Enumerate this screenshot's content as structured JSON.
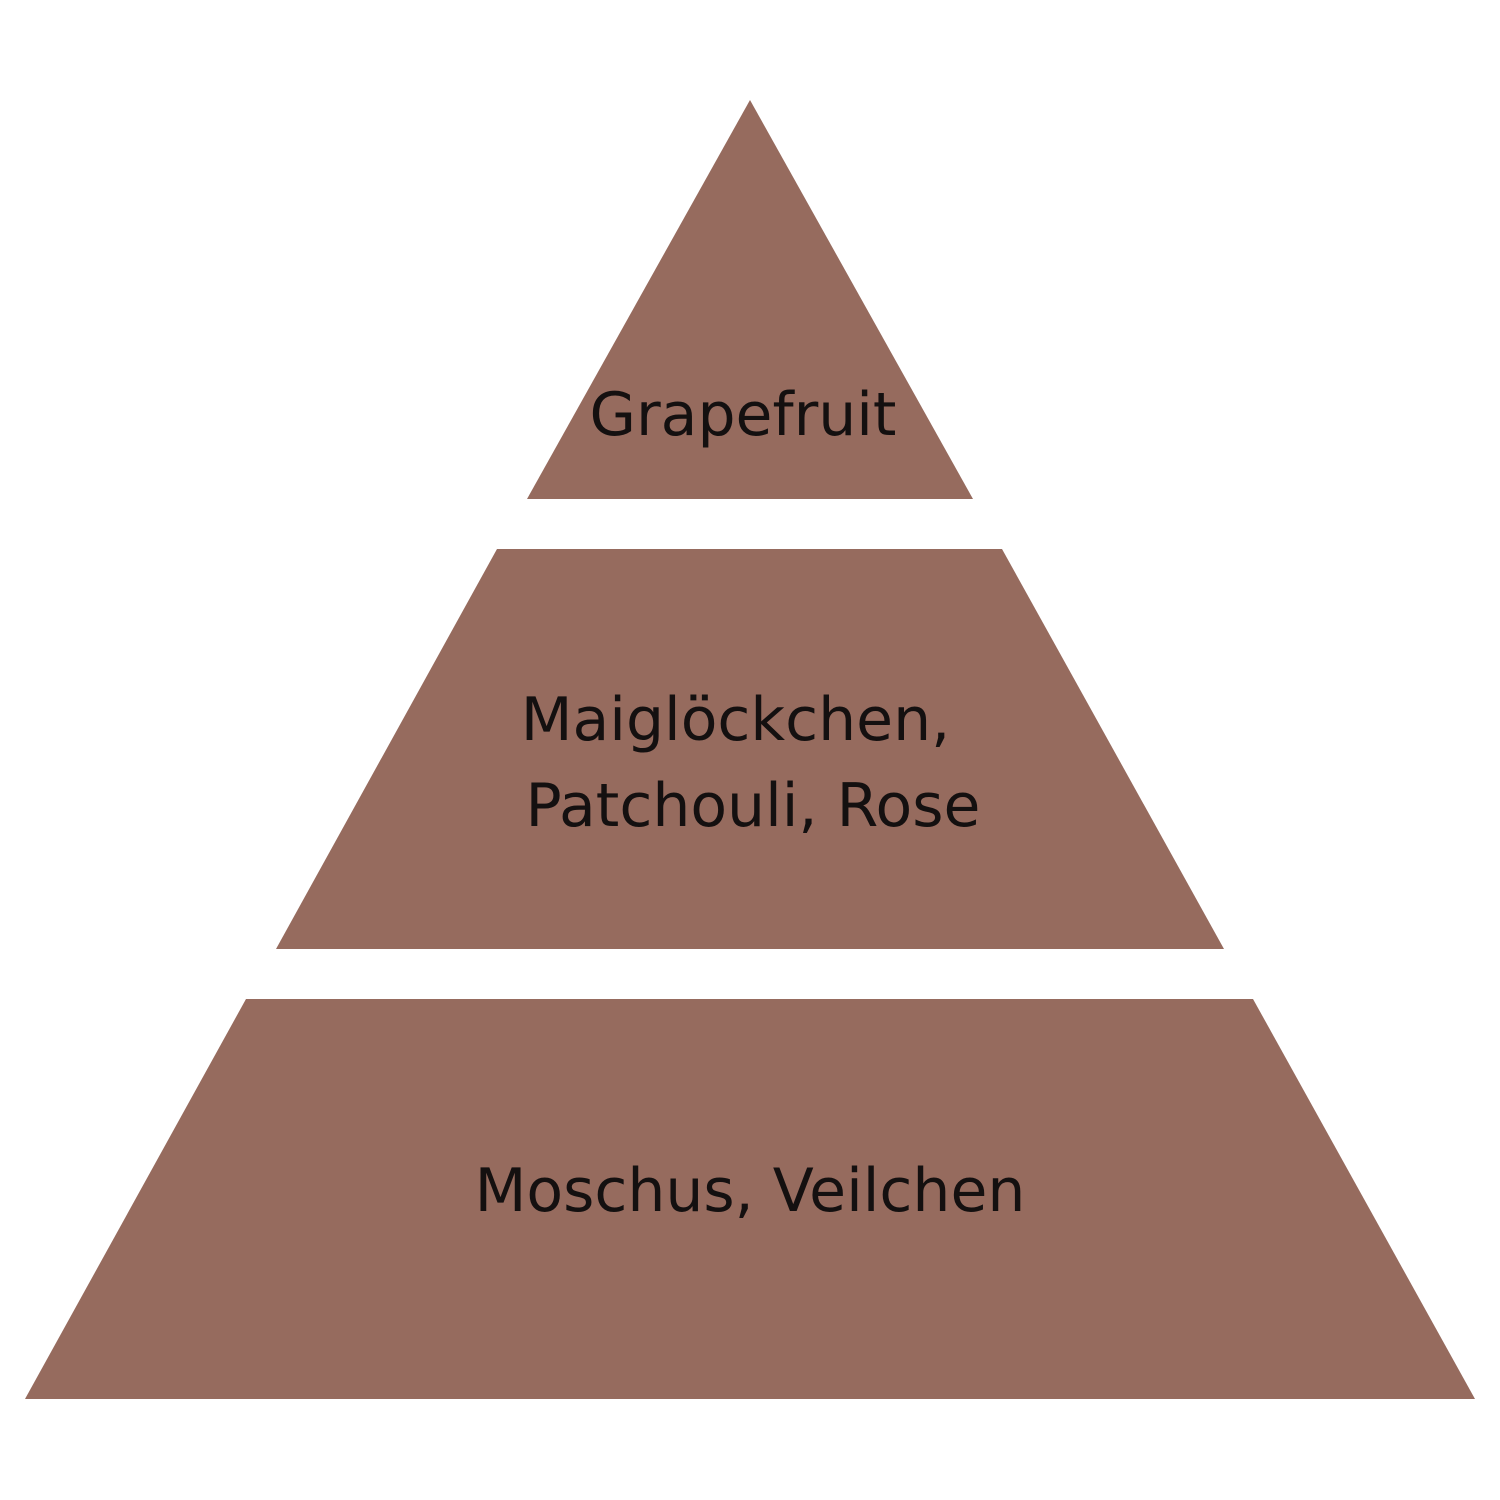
{
  "colors": {
    "background": "#ffffff",
    "tier_fill": "#966b5e",
    "text": "#141010"
  },
  "pyramid": {
    "tiers": [
      {
        "lines": [
          "Grapefruit"
        ]
      },
      {
        "lines": [
          "Maiglöckchen,",
          "Patchouli, Rose"
        ]
      },
      {
        "lines": [
          "Moschus, Veilchen"
        ]
      }
    ]
  }
}
